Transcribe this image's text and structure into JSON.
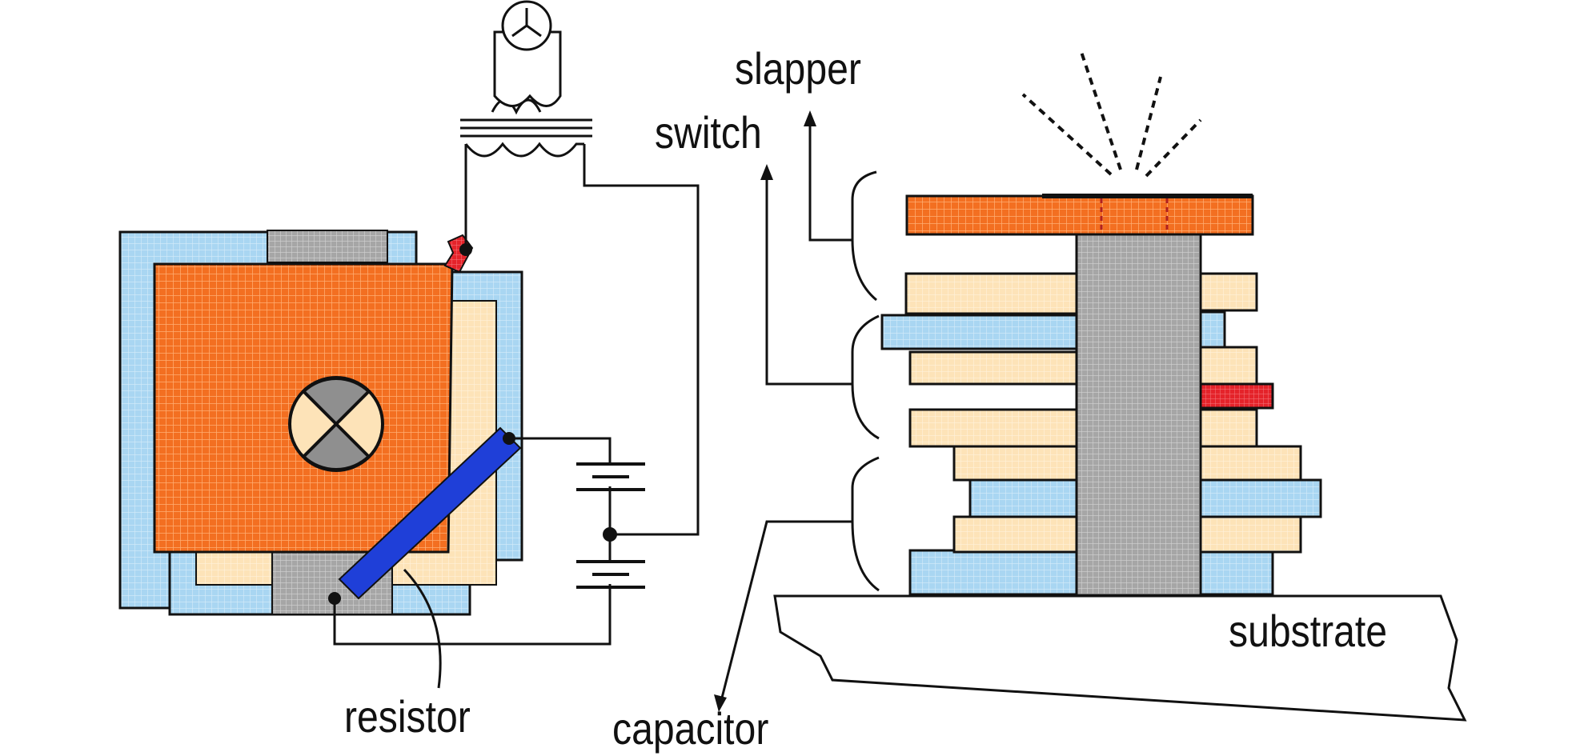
{
  "labels": {
    "slapper": "slapper",
    "switch": "switch",
    "resistor": "resistor",
    "capacitor": "capacitor",
    "substrate": "substrate"
  },
  "colors": {
    "orange": "#f36f21",
    "light_blue": "#a9d6f2",
    "cream": "#fde3b8",
    "gray": "#a8a8a8",
    "blue_resistor": "#1f3fd8",
    "red": "#e4232a",
    "line": "#111111"
  }
}
